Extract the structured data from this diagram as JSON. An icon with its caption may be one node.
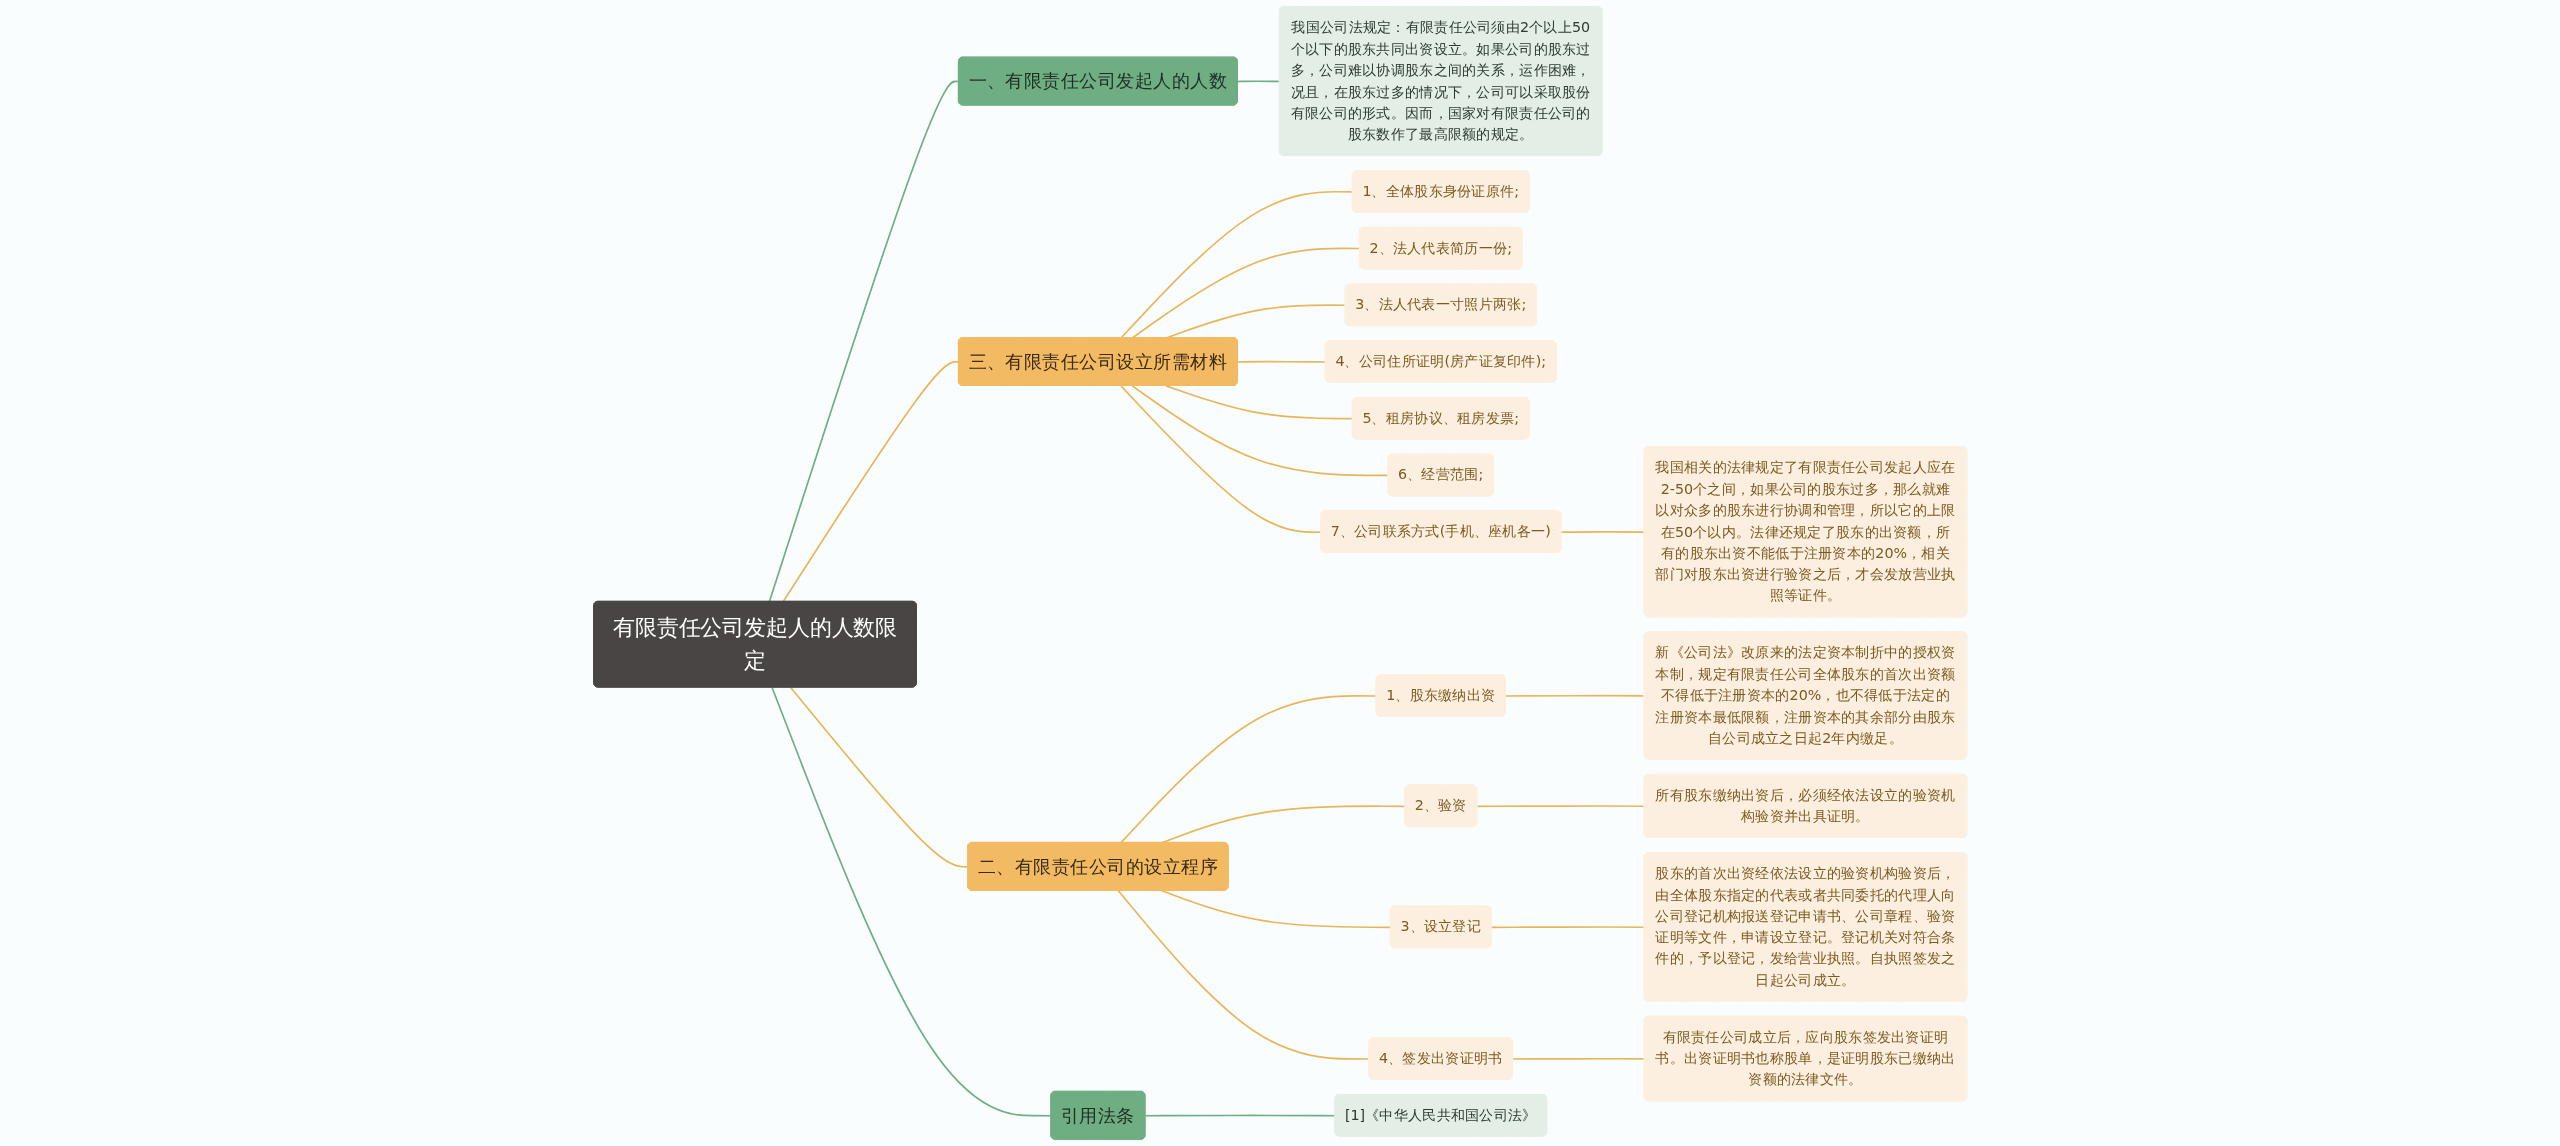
{
  "diagram": {
    "nodes": [
      {
        "text": [
          "有限责任公司发起人的人数限定"
        ]
      },
      {
        "text": [
          "一、有限责任公司发起人的人数"
        ]
      },
      {
        "text": [
          "我国公司法规定：有限责任公司须由2个以上50个以下的股东共同出资设立。如果公司的股东过多，公司难以协调股东之间的关系，运作困难，况且，在股东过多的情况下，公司可以采取股份有限公司的形式。因而，国家对有限责任公司的股东数作了最高限额的规定。"
        ]
      },
      {
        "text": [
          "三、有限责任公司设立所需材料"
        ]
      },
      {
        "text": [
          "1、全体股东身份证原件;"
        ]
      },
      {
        "text": [
          "2、法人代表简历一份;"
        ]
      },
      {
        "text": [
          "3、法人代表一寸照片两张;"
        ]
      },
      {
        "text": [
          "4、公司住所证明(房产证复印件);"
        ]
      },
      {
        "text": [
          "5、租房协议、租房发票;"
        ]
      },
      {
        "text": [
          "6、经营范围;"
        ]
      },
      {
        "text": [
          "7、公司联系方式(手机、座机各一)"
        ]
      },
      {
        "text": [
          "我国相关的法律规定了有限责任公司发起人应在2-50个之间，如果公司的股东过多，那么就难以对众多的股东进行协调和管理，所以它的上限在50个以内。法律还规定了股东的出资额，所有的股东出资不能低于注册资本的20%，相关部门对股东出资进行验资之后，才会发放营业执照等证件。"
        ]
      },
      {
        "text": [
          "二、有限责任公司的设立程序"
        ]
      },
      {
        "text": [
          "1、股东缴纳出资"
        ]
      },
      {
        "text": [
          "新《公司法》改原来的法定资本制折中的授权资本制，规定有限责任公司全体股东的首次出资额不得低于注册资本的20%，也不得低于法定的注册资本最低限额，注册资本的其余部分由股东自公司成立之日起2年内缴足。"
        ]
      },
      {
        "text": [
          "2、验资"
        ]
      },
      {
        "text": [
          "所有股东缴纳出资后，必须经依法设立的验资机构验资并出具证明。"
        ]
      },
      {
        "text": [
          "3、设立登记"
        ]
      },
      {
        "text": [
          "股东的首次出资经依法设立的验资机构验资后，由全体股东指定的代表或者共同委托的代理人向公司登记机构报送登记申请书、公司章程、验资证明等文件，申请设立登记。登记机关对符合条件的，予以登记，发给营业执照。自执照签发之日起公司成立。"
        ]
      },
      {
        "text": [
          "4、签发出资证明书"
        ]
      },
      {
        "text": [
          "有限责任公司成立后，应向股东签发出资证明书。出资证明书也称股单，是证明股东已缴纳出资额的法律文件。"
        ]
      },
      {
        "text": [
          "引用法条"
        ]
      },
      {
        "text": [
          "[1]《中华人民共和国公司法》"
        ]
      }
    ],
    "edges": [
      {
        "from": 0,
        "to": 1,
        "arrow": "none",
        "color": "#6fae82"
      },
      {
        "from": 1,
        "to": 2,
        "arrow": "none",
        "color": "#6fae82"
      },
      {
        "from": 0,
        "to": 3,
        "arrow": "none"
      },
      {
        "from": 3,
        "to": 4,
        "arrow": "none"
      },
      {
        "from": 3,
        "to": 5,
        "arrow": "none"
      },
      {
        "from": 3,
        "to": 6,
        "arrow": "none"
      },
      {
        "from": 3,
        "to": 7,
        "arrow": "none"
      },
      {
        "from": 3,
        "to": 8,
        "arrow": "none"
      },
      {
        "from": 3,
        "to": 9,
        "arrow": "none"
      },
      {
        "from": 3,
        "to": 10,
        "arrow": "none"
      },
      {
        "from": 10,
        "to": 11,
        "arrow": "none"
      },
      {
        "from": 0,
        "to": 12,
        "arrow": "none"
      },
      {
        "from": 12,
        "to": 13,
        "arrow": "none"
      },
      {
        "from": 13,
        "to": 14,
        "arrow": "none"
      },
      {
        "from": 12,
        "to": 15,
        "arrow": "none"
      },
      {
        "from": 15,
        "to": 16,
        "arrow": "none"
      },
      {
        "from": 12,
        "to": 17,
        "arrow": "none"
      },
      {
        "from": 17,
        "to": 18,
        "arrow": "none"
      },
      {
        "from": 12,
        "to": 19,
        "arrow": "none"
      },
      {
        "from": 19,
        "to": 20,
        "arrow": "none"
      },
      {
        "from": 0,
        "to": 21,
        "arrow": "none",
        "color": "#6fae82"
      },
      {
        "from": 21,
        "to": 22,
        "arrow": "none",
        "color": "#6fae82"
      }
    ]
  }
}
